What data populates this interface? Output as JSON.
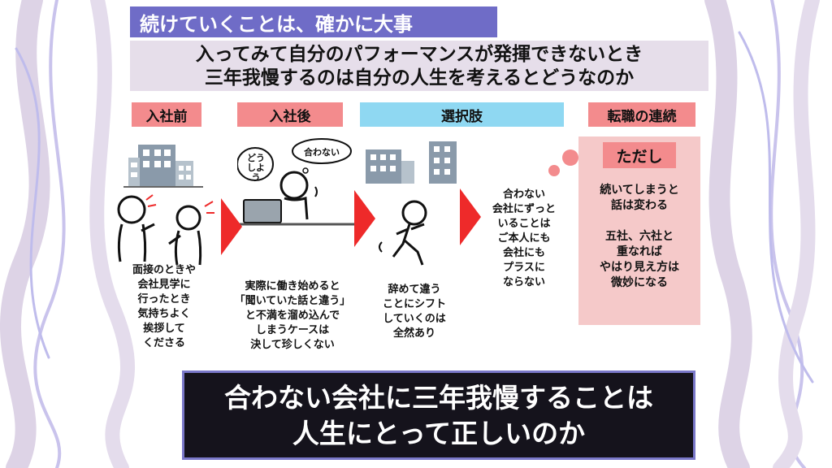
{
  "title": "続けていくことは、確かに大事",
  "subtitle_lines": [
    "入ってみて自分のパフォーマンスが発揮できないとき",
    "三年我慢するのは自分の人生を考えるとどうなのか"
  ],
  "columns": [
    {
      "header": "入社前",
      "lines": [
        "面接のときや",
        "会社見学に",
        "行ったとき",
        "気持ちよく",
        "挨拶して",
        "くださる"
      ]
    },
    {
      "header": "入社後",
      "thought_bubbles": [
        "どう",
        "しよう",
        "合わない"
      ],
      "lines": [
        "実際に働き始めると",
        "「聞いていた話と違う」",
        "と不満を溜め込んで",
        "しまうケースは",
        "決して珍しくない"
      ]
    },
    {
      "header": "選択肢",
      "lines": [
        "辞めて違う",
        "ことにシフト",
        "していくのは",
        "全然あり"
      ],
      "side_lines": [
        "合わない",
        "会社にずっと",
        "いることは",
        "ご本人にも",
        "会社にも",
        "プラスに",
        "ならない"
      ]
    },
    {
      "header": "転職の連続",
      "tag": "ただし",
      "lines": [
        "続いてしまうと",
        "話は変わる",
        "",
        "五社、六社と",
        "重なれば",
        "やはり見え方は",
        "微妙になる"
      ]
    }
  ],
  "conclusion_lines": [
    "合わない会社に三年我慢することは",
    "人生にとって正しいのか"
  ],
  "colors": {
    "title_bg": "#6f6cc7",
    "subtitle_bg": "#e6deea",
    "pink": "#f38b8d",
    "blue": "#8fd8f2",
    "panel": "#f5c9c9",
    "arrow_red": "#ee2a2a",
    "dark": "#15131c"
  }
}
